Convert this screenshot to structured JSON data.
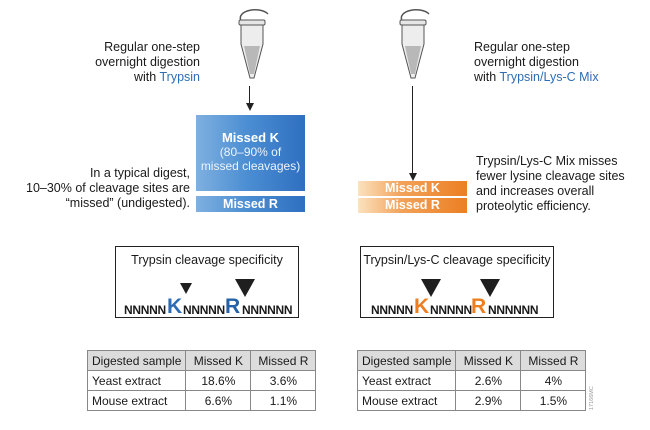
{
  "left": {
    "caption": [
      "Regular one-step",
      "overnight digestion",
      "with "
    ],
    "caption_highlight": "Trypsin",
    "box_k_label": "Missed K",
    "box_k_sub": [
      "(80–90% of",
      "missed cleavages)"
    ],
    "box_r_label": "Missed R",
    "note": [
      "In a typical digest,",
      "10–30% of cleavage sites are",
      "“missed” (undigested)."
    ],
    "spec_title": "Trypsin cleavage specificity",
    "seq": {
      "pre": "NNNNN",
      "k": "K",
      "mid": "NNNNN",
      "r": "R",
      "post": "NNNNNN"
    },
    "table": {
      "headers": [
        "Digested sample",
        "Missed K",
        "Missed R"
      ],
      "rows": [
        [
          "Yeast extract",
          "18.6%",
          "3.6%"
        ],
        [
          "Mouse extract",
          "6.6%",
          "1.1%"
        ]
      ]
    }
  },
  "right": {
    "caption": [
      "Regular one-step",
      "overnight digestion",
      "with "
    ],
    "caption_highlight": "Trypsin/Lys-C Mix",
    "box_k_label": "Missed K",
    "box_r_label": "Missed R",
    "note": [
      "Trypsin/Lys-C Mix misses",
      "fewer lysine cleavage sites",
      "and increases overall",
      "proteolytic efficiency."
    ],
    "spec_title": "Trypsin/Lys-C cleavage specificity",
    "seq": {
      "pre": "NNNNN",
      "k": "K",
      "mid": "NNNNN",
      "r": "R",
      "post": "NNNNNN"
    },
    "table": {
      "headers": [
        "Digested sample",
        "Missed K",
        "Missed R"
      ],
      "rows": [
        [
          "Yeast extract",
          "2.6%",
          "4%"
        ],
        [
          "Mouse extract",
          "2.9%",
          "1.5%"
        ]
      ]
    }
  },
  "figure_code": "17166MC",
  "colors": {
    "blue_accent": "#2e6db4",
    "k_blue": "#2e6db4",
    "r_blue": "#2461a8",
    "orange": "#ec7f22",
    "header_gray": "#dcdcdc"
  },
  "icons": [
    "microcentrifuge-tube-icon",
    "down-arrow-icon",
    "cleavage-triangle-icon"
  ]
}
